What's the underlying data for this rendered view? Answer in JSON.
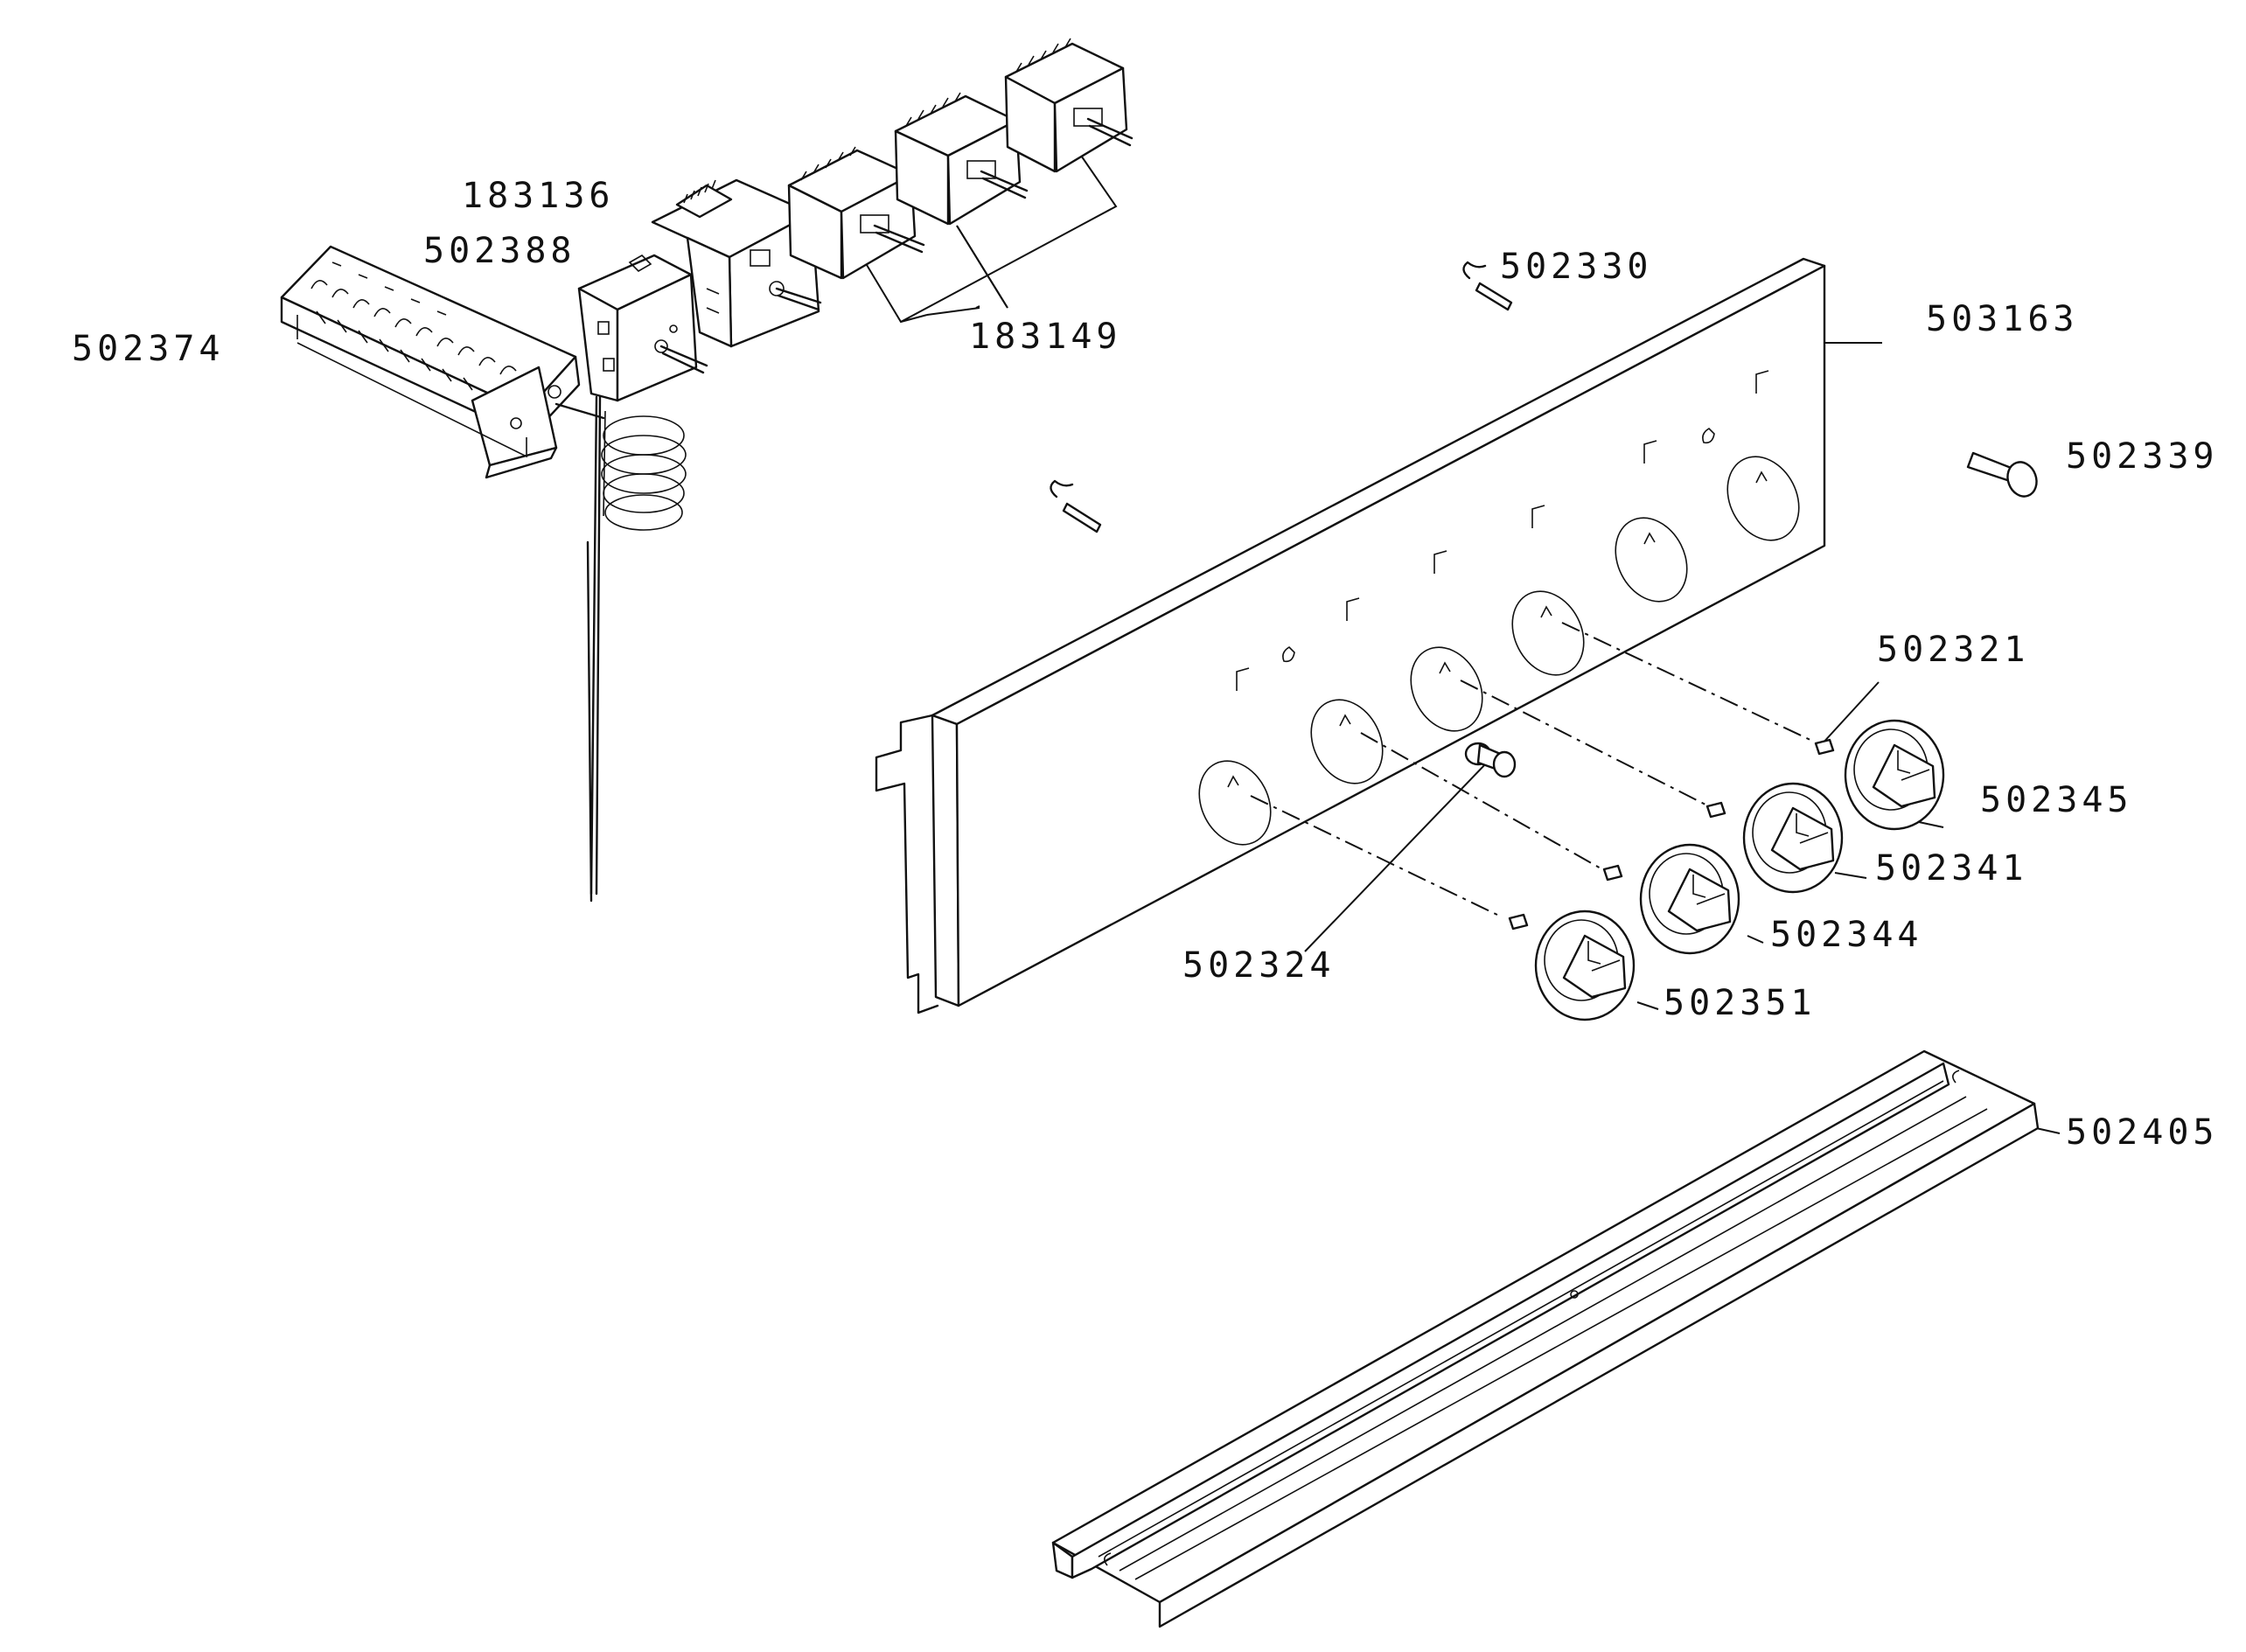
{
  "diagram": {
    "part_labels": {
      "p183136": "183136",
      "p502388": "502388",
      "p502374": "502374",
      "p183149": "183149",
      "p502330": "502330",
      "p503163": "503163",
      "p502339": "502339",
      "p502321": "502321",
      "p502345": "502345",
      "p502341": "502341",
      "p502344": "502344",
      "p502324": "502324",
      "p502351": "502351",
      "p502405": "502405"
    }
  }
}
